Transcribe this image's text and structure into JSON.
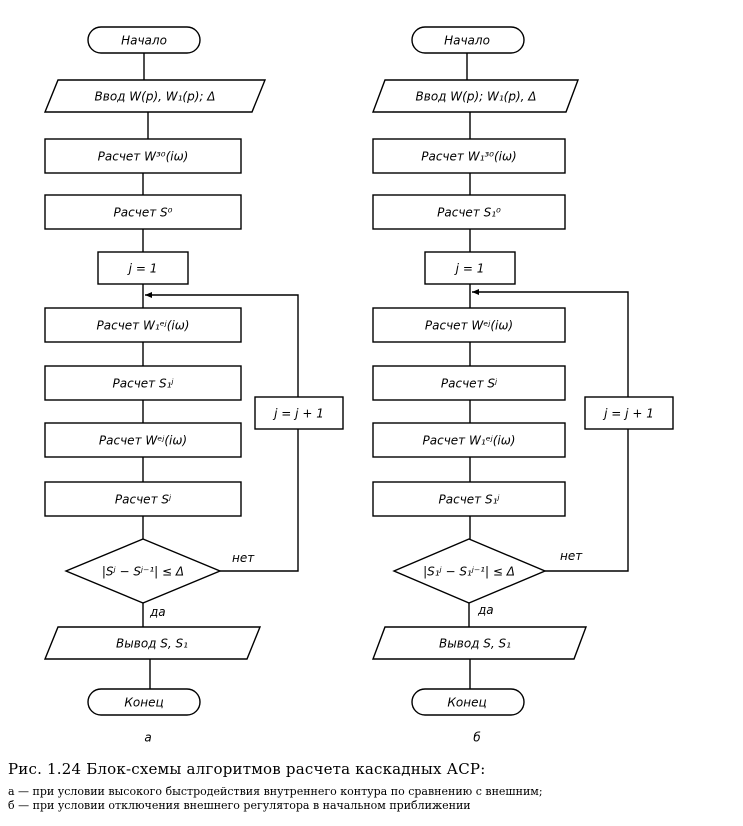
{
  "diagram_a": {
    "start": "Начало",
    "input": "Ввод  W(p), W₁(p); Δ",
    "calc_w30": "Расчет  W³⁰(iω)",
    "calc_s0": "Расчет  S⁰",
    "init_j": "j = 1",
    "calc_w1j": "Расчет  W₁ᵉʲ(iω)",
    "calc_s1j": "Расчет  S₁ʲ",
    "calc_wj": "Расчет  Wᵉʲ(iω)",
    "calc_sj": "Расчет  Sʲ",
    "condition": "|Sʲ − Sʲ⁻¹| ≤ Δ",
    "no_label": "нет",
    "yes_label": "да",
    "increment": "j = j + 1",
    "output": "Вывод  S, S₁",
    "end": "Конец",
    "caption_letter": "а"
  },
  "diagram_b": {
    "start": "Начало",
    "input": "Ввод  W(p); W₁(p), Δ",
    "calc_w130": "Расчет  W₁³⁰(iω)",
    "calc_s10": "Расчет  S₁⁰",
    "init_j": "j = 1",
    "calc_wj": "Расчет  Wᵉʲ(iω)",
    "calc_sj": "Расчет  Sʲ",
    "calc_w1j": "Расчет  W₁ᵉʲ(iω)",
    "calc_s1j": "Расчет  S₁ʲ",
    "condition": "|S₁ʲ − S₁ʲ⁻¹| ≤ Δ",
    "no_label": "нет",
    "yes_label": "да",
    "increment": "j = j + 1",
    "output": "Вывод  S, S₁",
    "end": "Конец",
    "caption_letter": "б"
  },
  "caption": {
    "title": "Рис. 1.24  Блок-схемы алгоритмов расчета каскадных АСР:",
    "note_a": "а — при условии высокого быстродействия внутреннего контура по сравнению с внешним;",
    "note_b": "б — при условии отключения внешнего регулятора в начальном приближении"
  }
}
